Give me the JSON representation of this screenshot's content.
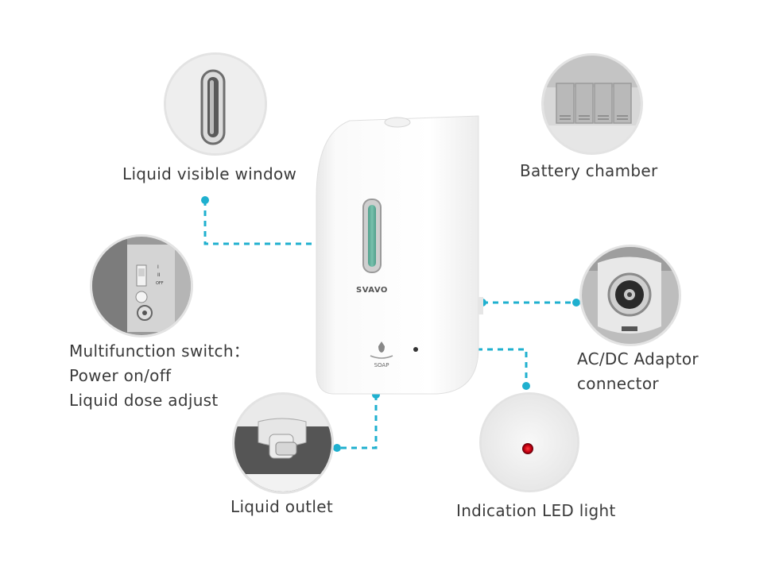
{
  "labels": {
    "window": "Liquid visible window",
    "battery": "Battery chamber",
    "switch_line1": "Multifunction switch：",
    "switch_line2": "Power on/off",
    "switch_line3": "Liquid dose adjust",
    "adaptor_line1": "AC/DC Adaptor",
    "adaptor_line2": "connector",
    "outlet": "Liquid outlet",
    "led": "Indication LED light"
  },
  "product": {
    "brand": "SVAVO",
    "soap_text": "SOAP",
    "switch_marks": [
      "I",
      "II",
      "OFF"
    ]
  },
  "colors": {
    "accent": "#1fb0cf",
    "led": "#e8001c",
    "window": "#5fae9c"
  }
}
